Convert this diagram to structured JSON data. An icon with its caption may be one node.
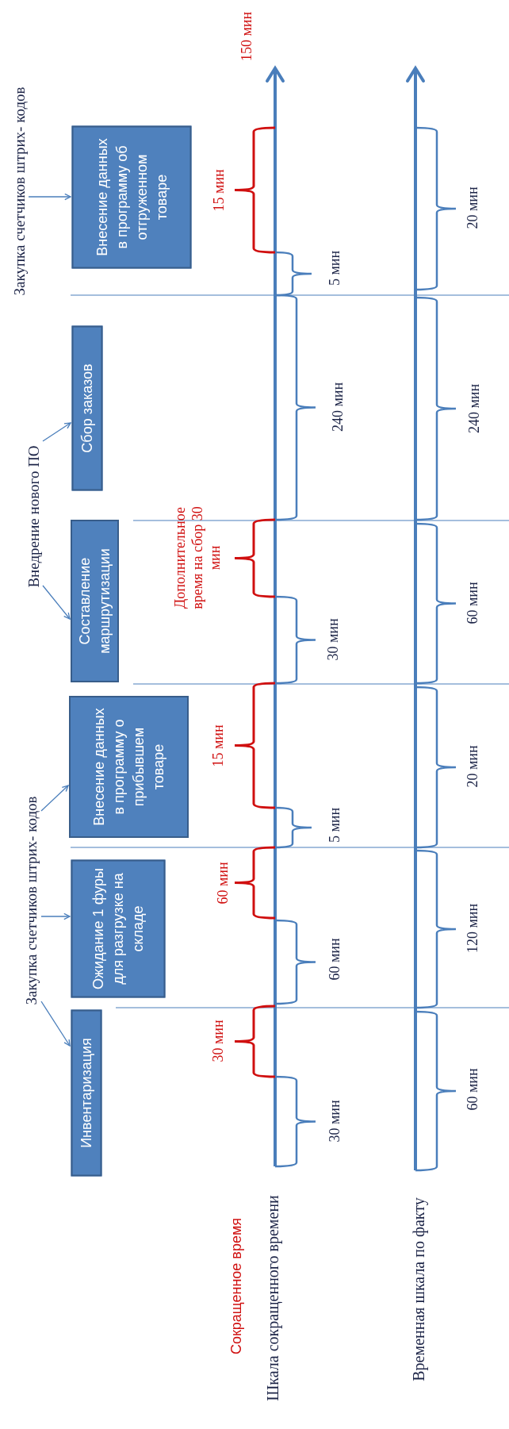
{
  "diagram": {
    "nodes": [
      {
        "text": [
          "Закупка счетчиков штрих- кодов"
        ]
      },
      {
        "text": [
          "Внедрение нового ПО"
        ]
      },
      {
        "text": [
          "Закупка счетчиков штрих- кодов"
        ]
      },
      {
        "text": [
          "Инвентаризация"
        ]
      },
      {
        "text": [
          "Ожидание 1 фуры для разгрузке на складе"
        ]
      },
      {
        "text": [
          "Внесение данных в программу о прибывшем товаре"
        ]
      },
      {
        "text": [
          "Составление маршрутизации"
        ]
      },
      {
        "text": [
          "Сбор заказов"
        ]
      },
      {
        "text": [
          "Внесение данных в программу об отгруженном товаре"
        ]
      }
    ],
    "edges": [
      {
        "from": 0,
        "to": 3,
        "arrow": "to"
      },
      {
        "from": 0,
        "to": 4,
        "arrow": "to"
      },
      {
        "from": 0,
        "to": 5,
        "arrow": "to"
      },
      {
        "from": 1,
        "to": 6,
        "arrow": "to"
      },
      {
        "from": 1,
        "to": 7,
        "arrow": "to"
      },
      {
        "from": 2,
        "to": 8,
        "arrow": "to"
      }
    ],
    "labels": [
      "Сокращенное время",
      "Шкала сокращенного времени",
      "Временная шкала по факту",
      "150 мин",
      "30 мин",
      "60 мин",
      "15 мин",
      "Дополнительное время на сбор 30 мин",
      "15 мин",
      "30 мин",
      "60 мин",
      "5 мин",
      "30 мин",
      "240 мин",
      "5 мин",
      "60 мин",
      "120 мин",
      "20 мин",
      "60 мин",
      "240 мин",
      "20 мин"
    ]
  }
}
